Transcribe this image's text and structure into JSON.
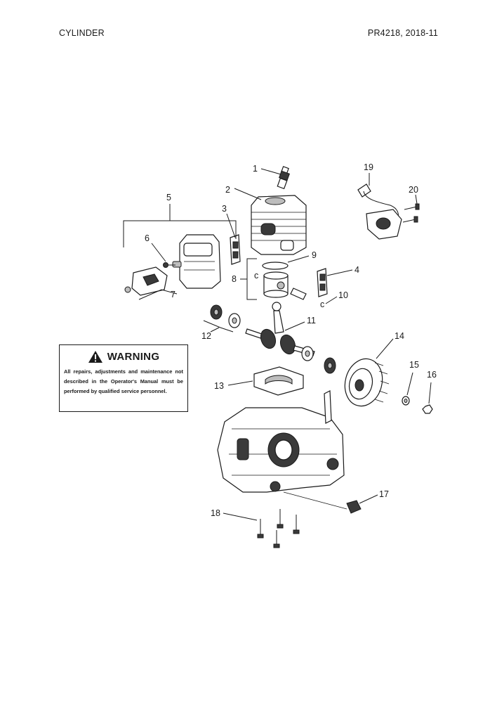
{
  "header": {
    "title": "CYLINDER",
    "doc_ref": "PR4218, 2018-11"
  },
  "warning": {
    "icon": "warning-triangle-icon",
    "title": "WARNING",
    "text": "All repairs, adjustments and maintenance not described in the Operator's Manual must be performed by qualified service personnel."
  },
  "callouts": [
    "1",
    "2",
    "3",
    "4",
    "5",
    "6",
    "7",
    "8",
    "9",
    "10",
    "11",
    "12",
    "13",
    "14",
    "15",
    "16",
    "17",
    "18",
    "19",
    "20"
  ],
  "circlip_marks": [
    "c",
    "c"
  ]
}
